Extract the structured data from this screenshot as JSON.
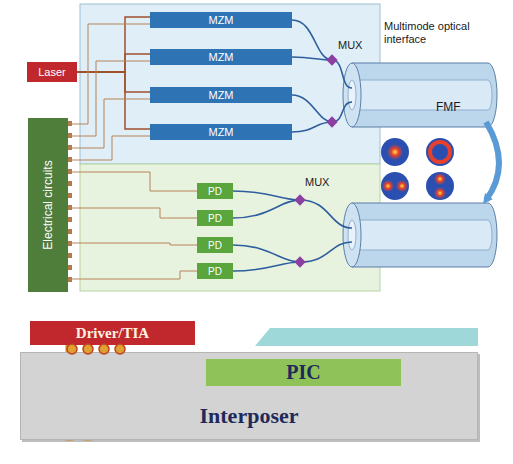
{
  "diagram": {
    "nodes": [
      {
        "text": [
          "Laser"
        ]
      },
      {
        "text": [
          "Electrical circuits"
        ]
      },
      {
        "text": [
          "MZM"
        ]
      },
      {
        "text": [
          "MZM"
        ]
      },
      {
        "text": [
          "MZM"
        ]
      },
      {
        "text": [
          "MZM"
        ]
      },
      {
        "text": [
          "PD"
        ]
      },
      {
        "text": [
          "PD"
        ]
      },
      {
        "text": [
          "PD"
        ]
      },
      {
        "text": [
          "PD"
        ]
      },
      {
        "text": [
          "Driver/TIA"
        ]
      },
      {
        "text": [
          "Interposer"
        ]
      },
      {
        "text": [
          "PIC"
        ],
        "in": 11
      }
    ],
    "edges": [
      {
        "from": 0,
        "to": 2,
        "arrow": "none"
      },
      {
        "from": 0,
        "to": 3,
        "arrow": "none"
      },
      {
        "from": 0,
        "to": 4,
        "arrow": "none"
      },
      {
        "from": 0,
        "to": 5,
        "arrow": "none"
      },
      {
        "from": 1,
        "to": 2,
        "arrow": "none"
      },
      {
        "from": 1,
        "to": 3,
        "arrow": "none"
      },
      {
        "from": 1,
        "to": 4,
        "arrow": "none"
      },
      {
        "from": 1,
        "to": 5,
        "arrow": "none"
      },
      {
        "from": 1,
        "to": 6,
        "arrow": "none"
      },
      {
        "from": 1,
        "to": 7,
        "arrow": "none"
      },
      {
        "from": 1,
        "to": 8,
        "arrow": "none"
      },
      {
        "from": 1,
        "to": 9,
        "arrow": "none"
      },
      {
        "from": 10,
        "to": 12,
        "arrow": "to"
      }
    ],
    "labels": [
      "MUX",
      "Multimode optical interface",
      "FMF",
      "MUX"
    ]
  }
}
